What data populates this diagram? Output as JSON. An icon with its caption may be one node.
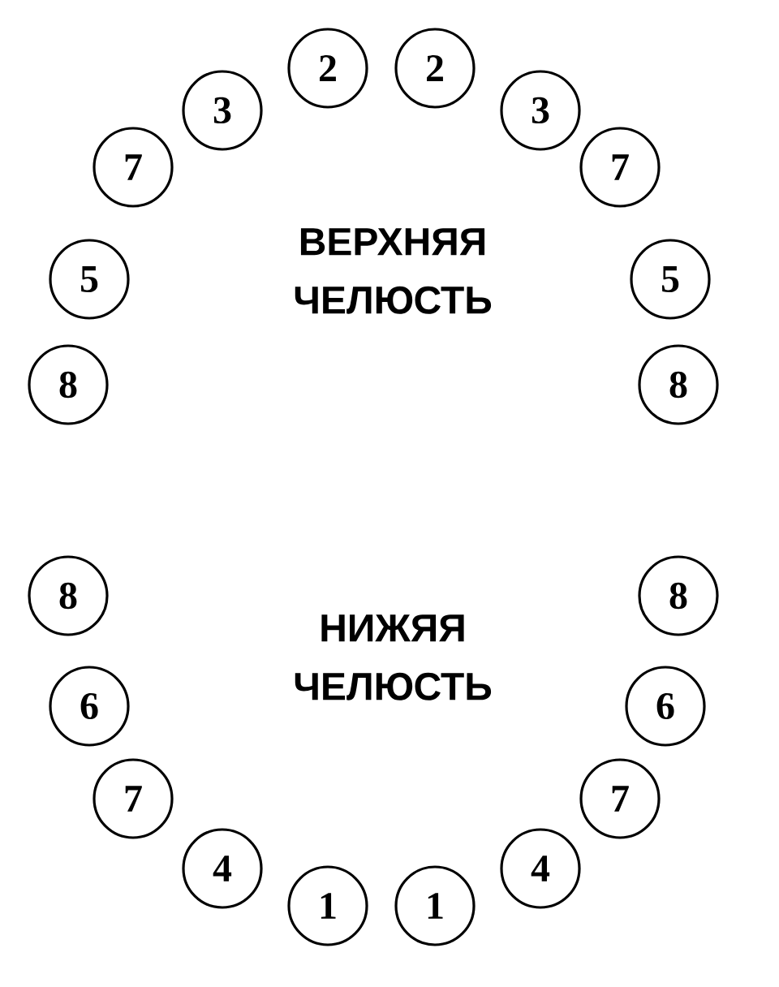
{
  "diagram": {
    "nodes": [
      {
        "text": [
          "8"
        ]
      },
      {
        "text": [
          "5"
        ]
      },
      {
        "text": [
          "7"
        ]
      },
      {
        "text": [
          "3"
        ]
      },
      {
        "text": [
          "2"
        ]
      },
      {
        "text": [
          "2"
        ]
      },
      {
        "text": [
          "3"
        ]
      },
      {
        "text": [
          "7"
        ]
      },
      {
        "text": [
          "5"
        ]
      },
      {
        "text": [
          "8"
        ]
      },
      {
        "text": [
          "8"
        ]
      },
      {
        "text": [
          "6"
        ]
      },
      {
        "text": [
          "7"
        ]
      },
      {
        "text": [
          "4"
        ]
      },
      {
        "text": [
          "1"
        ]
      },
      {
        "text": [
          "1"
        ]
      },
      {
        "text": [
          "4"
        ]
      },
      {
        "text": [
          "7"
        ]
      },
      {
        "text": [
          "6"
        ]
      },
      {
        "text": [
          "8"
        ]
      }
    ],
    "labels": [
      "ВЕРХНЯЯ ЧЕЛЮСТЬ",
      "НИЖЯЯ ЧЕЛЮСТЬ"
    ]
  }
}
